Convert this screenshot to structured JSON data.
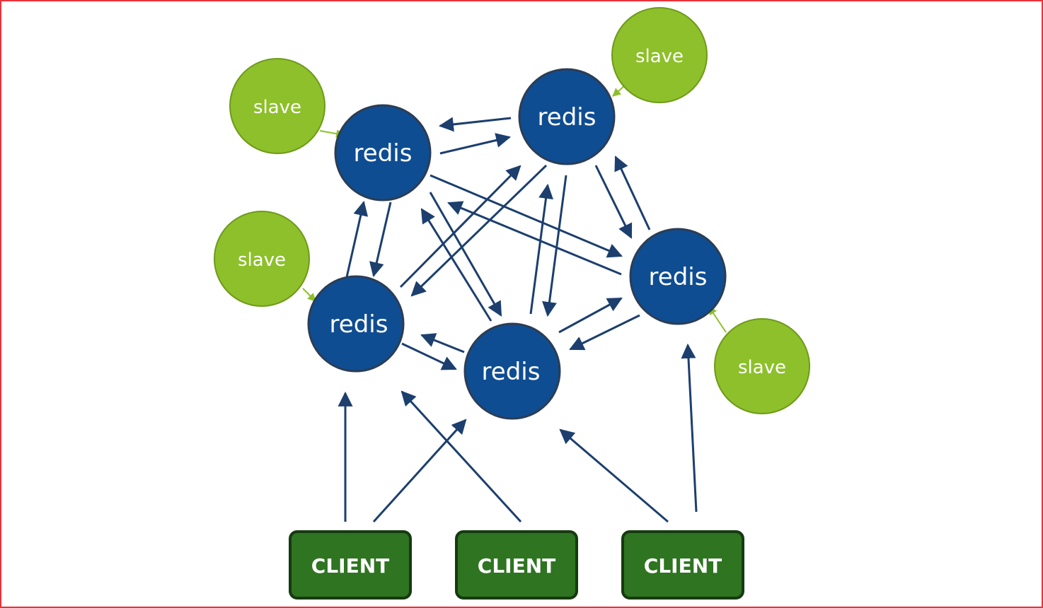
{
  "diagram": {
    "redis_nodes": [
      {
        "id": "r1",
        "label": "redis"
      },
      {
        "id": "r2",
        "label": "redis"
      },
      {
        "id": "r3",
        "label": "redis"
      },
      {
        "id": "r4",
        "label": "redis"
      },
      {
        "id": "r5",
        "label": "redis"
      }
    ],
    "slave_nodes": [
      {
        "id": "s1",
        "label": "slave"
      },
      {
        "id": "s2",
        "label": "slave"
      },
      {
        "id": "s3",
        "label": "slave"
      },
      {
        "id": "s4",
        "label": "slave"
      }
    ],
    "clients": [
      {
        "id": "c1",
        "label": "CLIENT"
      },
      {
        "id": "c2",
        "label": "CLIENT"
      },
      {
        "id": "c3",
        "label": "CLIENT"
      }
    ],
    "colors": {
      "frame": "#e8333a",
      "redis_fill": "#0f4d92",
      "redis_stroke": "#2b3d55",
      "slave_fill": "#8dc02a",
      "slave_stroke": "#6f9a1a",
      "client_fill": "#2e7421",
      "client_stroke": "#163a10",
      "arrow_blue": "#1c3f6e",
      "arrow_green": "#8dc02a"
    }
  }
}
